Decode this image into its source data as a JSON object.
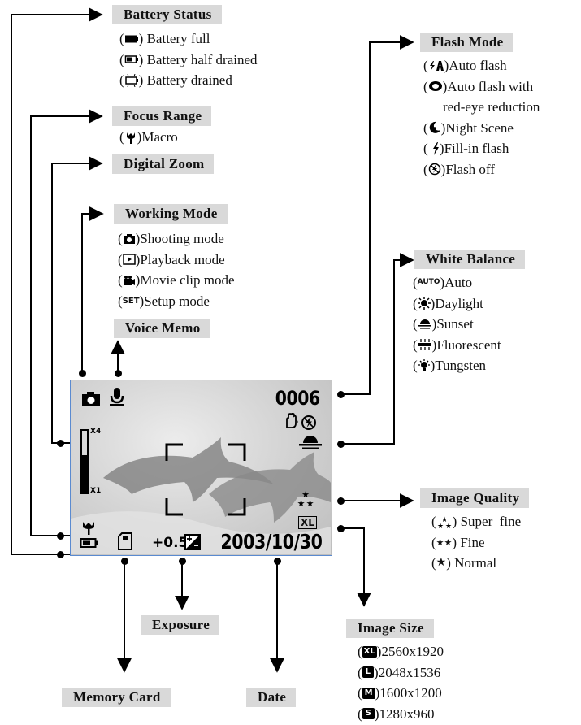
{
  "battery_status": {
    "title": "Battery Status",
    "items": [
      {
        "label": "Battery full",
        "icon": "battery-full-icon"
      },
      {
        "label": "Battery half drained",
        "icon": "battery-half-icon"
      },
      {
        "label": "Battery drained",
        "icon": "battery-drained-icon"
      }
    ]
  },
  "focus_range": {
    "title": "Focus Range",
    "items": [
      {
        "label": "Macro",
        "icon": "macro-tulip-icon"
      }
    ]
  },
  "digital_zoom": {
    "title": "Digital Zoom"
  },
  "working_mode": {
    "title": "Working Mode",
    "items": [
      {
        "label": "Shooting mode",
        "icon": "camera-icon"
      },
      {
        "label": "Playback mode",
        "icon": "playback-icon"
      },
      {
        "label": "Movie clip mode",
        "icon": "movie-icon"
      },
      {
        "label": "Setup mode",
        "icon": "set-icon",
        "glyph": "SET"
      }
    ]
  },
  "voice_memo": {
    "title": "Voice Memo"
  },
  "flash_mode": {
    "title": "Flash Mode",
    "items": [
      {
        "label": "Auto flash",
        "icon": "auto-flash-icon"
      },
      {
        "label": "Auto flash with",
        "icon": "red-eye-icon"
      },
      {
        "label": "red-eye reduction",
        "continuation": true
      },
      {
        "label": "Night Scene",
        "icon": "night-scene-icon"
      },
      {
        "label": "Fill-in flash",
        "icon": "fill-flash-icon"
      },
      {
        "label": "Flash off",
        "icon": "flash-off-icon"
      }
    ]
  },
  "white_balance": {
    "title": "White Balance",
    "items": [
      {
        "label": "Auto",
        "icon": "auto-wb-icon",
        "glyph": "AUTO"
      },
      {
        "label": "Daylight",
        "icon": "daylight-icon"
      },
      {
        "label": "Sunset",
        "icon": "sunset-icon"
      },
      {
        "label": "Fluorescent",
        "icon": "fluorescent-icon"
      },
      {
        "label": "Tungsten",
        "icon": "tungsten-icon"
      }
    ]
  },
  "image_quality": {
    "title": "Image Quality",
    "items": [
      {
        "label": "Super  fine",
        "icon": "three-stars-icon"
      },
      {
        "label": "Fine",
        "icon": "two-stars-icon"
      },
      {
        "label": "Normal",
        "icon": "one-star-icon"
      }
    ]
  },
  "image_size": {
    "title": "Image Size",
    "items": [
      {
        "label": "2560x1920",
        "icon": "size-xl-icon",
        "glyph": "XL"
      },
      {
        "label": "2048x1536",
        "icon": "size-l-icon",
        "glyph": "L"
      },
      {
        "label": "1600x1200",
        "icon": "size-m-icon",
        "glyph": "M"
      },
      {
        "label": "1280x960",
        "icon": "size-s-icon",
        "glyph": "S"
      }
    ]
  },
  "exposure": {
    "title": "Exposure"
  },
  "memory_card": {
    "title": "Memory Card"
  },
  "date": {
    "title": "Date"
  },
  "lcd": {
    "frame_count": "0006",
    "zoom_top": "X4",
    "zoom_bottom": "X1",
    "exposure_value": "+0.5",
    "date": "2003/10/30",
    "size_glyph": "XL"
  }
}
